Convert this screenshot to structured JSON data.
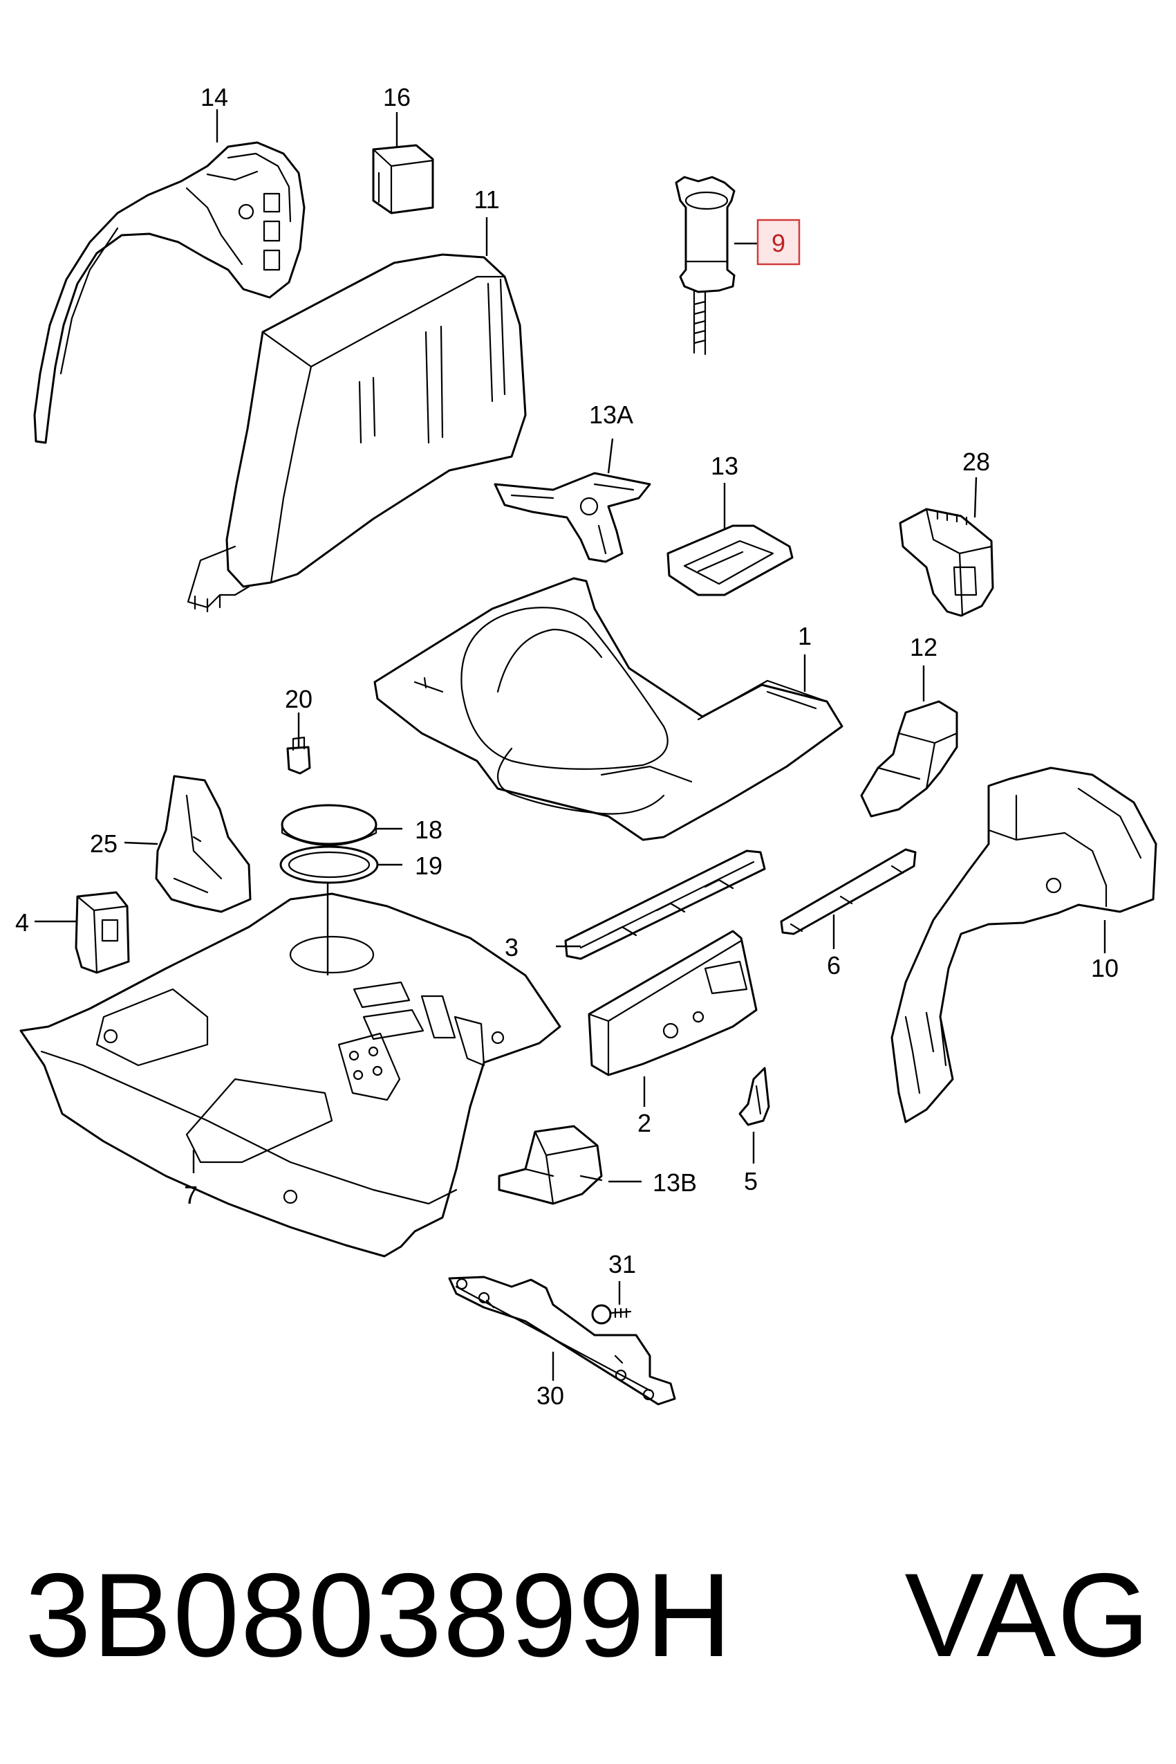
{
  "callouts": {
    "c1": "1",
    "c2": "2",
    "c3": "3",
    "c4": "4",
    "c5": "5",
    "c6": "6",
    "c7": "7",
    "c9": "9",
    "c10": "10",
    "c11": "11",
    "c12": "12",
    "c13": "13",
    "c13A": "13A",
    "c13B": "13B",
    "c14": "14",
    "c16": "16",
    "c18": "18",
    "c19": "19",
    "c20": "20",
    "c25": "25",
    "c28": "28",
    "c30": "30",
    "c31": "31"
  },
  "highlighted_callout": "9",
  "highlight_color": "#d13b3b",
  "footer": {
    "part_number": "3B0803899H",
    "brand": "VAG"
  }
}
